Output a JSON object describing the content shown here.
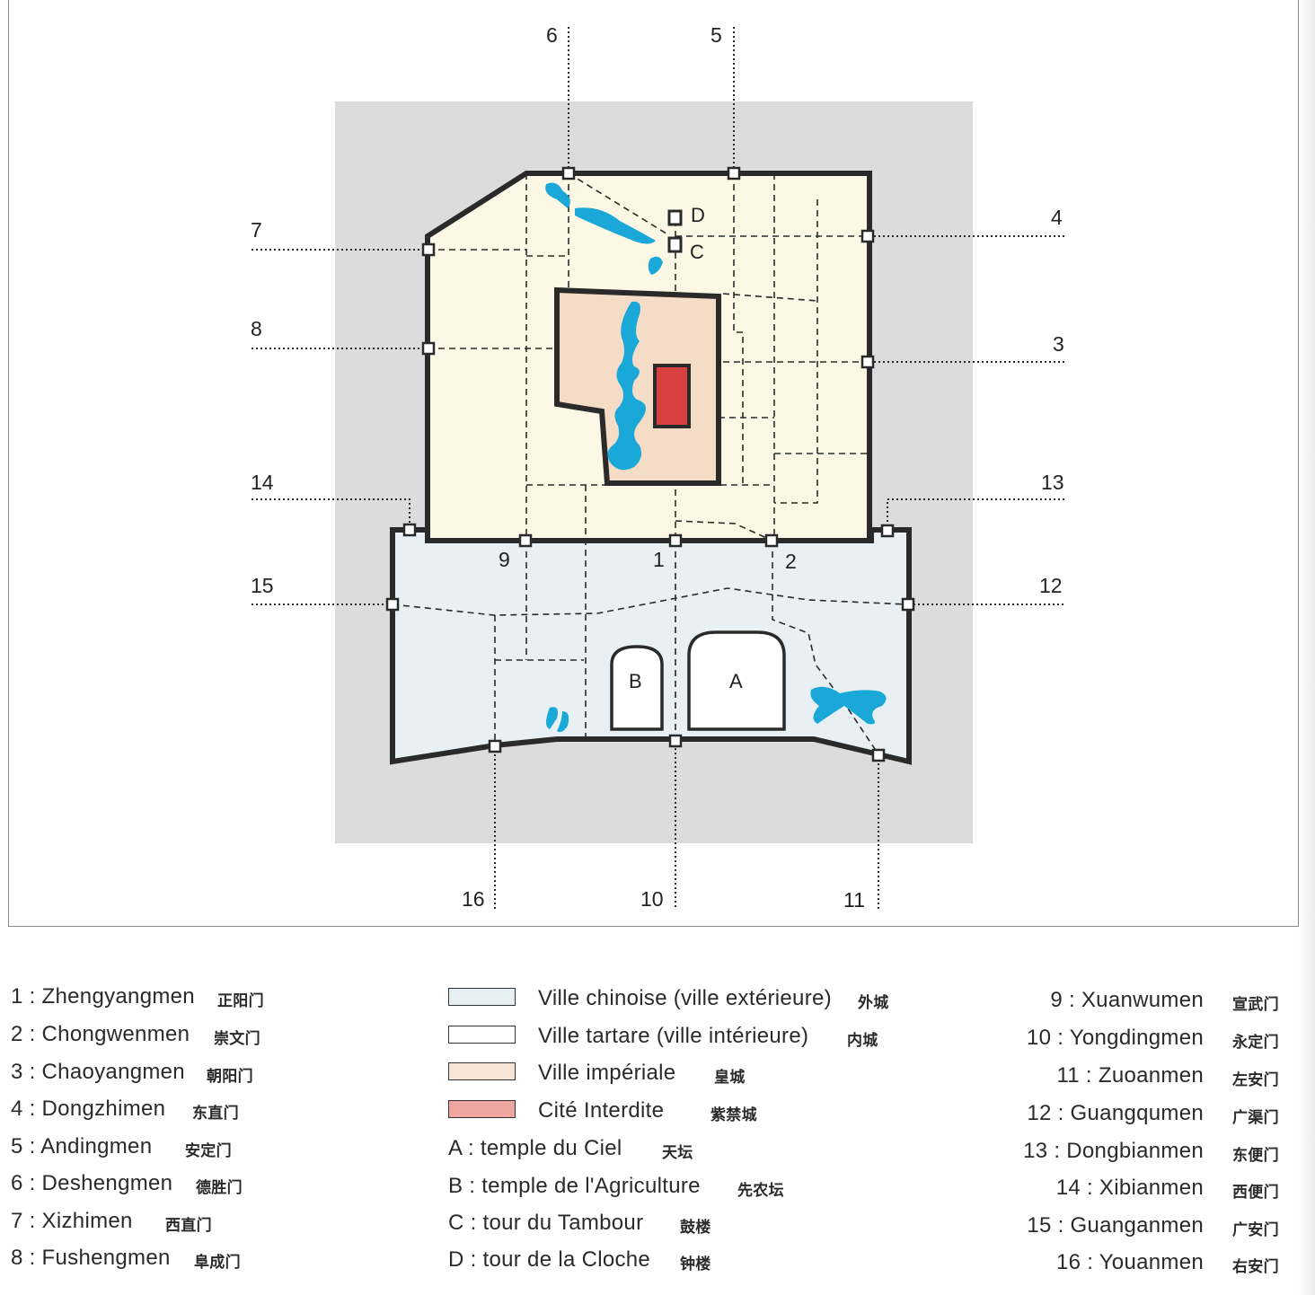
{
  "map": {
    "gate_labels": {
      "g1": "1",
      "g2": "2",
      "g3": "3",
      "g4": "4",
      "g5": "5",
      "g6": "6",
      "g7": "7",
      "g8": "8",
      "g9": "9",
      "g10": "10",
      "g11": "11",
      "g12": "12",
      "g13": "13",
      "g14": "14",
      "g15": "15",
      "g16": "16"
    },
    "place_labels": {
      "A": "A",
      "B": "B",
      "C": "C",
      "D": "D"
    },
    "colors": {
      "background_gray": "#dcdcdc",
      "outer_city": "#e8f0f3",
      "inner_city": "#fdf8e6",
      "imperial_city": "#f5dcc6",
      "forbidden_city": "#d94040",
      "water": "#1aa8d8",
      "wall": "#2a2a2a"
    }
  },
  "legend": {
    "left": [
      {
        "label": "1 : Zhengyangmen",
        "zh": "正阳门"
      },
      {
        "label": "2 : Chongwenmen",
        "zh": "崇文门"
      },
      {
        "label": "3 : Chaoyangmen",
        "zh": "朝阳门"
      },
      {
        "label": "4 : Dongzhimen",
        "zh": "东直门"
      },
      {
        "label": "5 : Andingmen",
        "zh": "安定门"
      },
      {
        "label": "6 : Deshengmen",
        "zh": "德胜门"
      },
      {
        "label": "7 : Xizhimen",
        "zh": "西直门"
      },
      {
        "label": "8 : Fushengmen",
        "zh": "阜成门"
      }
    ],
    "middle_swatches": [
      {
        "label": "Ville chinoise (ville extérieure)",
        "zh": "外城",
        "color": "#e6eff2"
      },
      {
        "label": "Ville tartare (ville intérieure)",
        "zh": "内城",
        "color": "#ffffff"
      },
      {
        "label": "Ville impériale",
        "zh": "皇城",
        "color": "#f7e6d8"
      },
      {
        "label": "Cité Interdite",
        "zh": "紫禁城",
        "color": "#f0a6a0"
      }
    ],
    "middle_places": [
      {
        "label": "A : temple du Ciel",
        "zh": "天坛"
      },
      {
        "label": "B : temple de l'Agriculture",
        "zh": "先农坛"
      },
      {
        "label": "C : tour du Tambour",
        "zh": "鼓楼"
      },
      {
        "label": "D : tour de la Cloche",
        "zh": "钟楼"
      }
    ],
    "right": [
      {
        "label": "9 : Xuanwumen",
        "zh": "宣武门"
      },
      {
        "label": "10 : Yongdingmen",
        "zh": "永定门"
      },
      {
        "label": "11 : Zuoanmen",
        "zh": "左安门"
      },
      {
        "label": "12 : Guangqumen",
        "zh": "广渠门"
      },
      {
        "label": "13 : Dongbianmen",
        "zh": "东便门"
      },
      {
        "label": "14 : Xibianmen",
        "zh": "西便门"
      },
      {
        "label": "15 : Guanganmen",
        "zh": "广安门"
      },
      {
        "label": "16 : Youanmen",
        "zh": "右安门"
      }
    ]
  }
}
